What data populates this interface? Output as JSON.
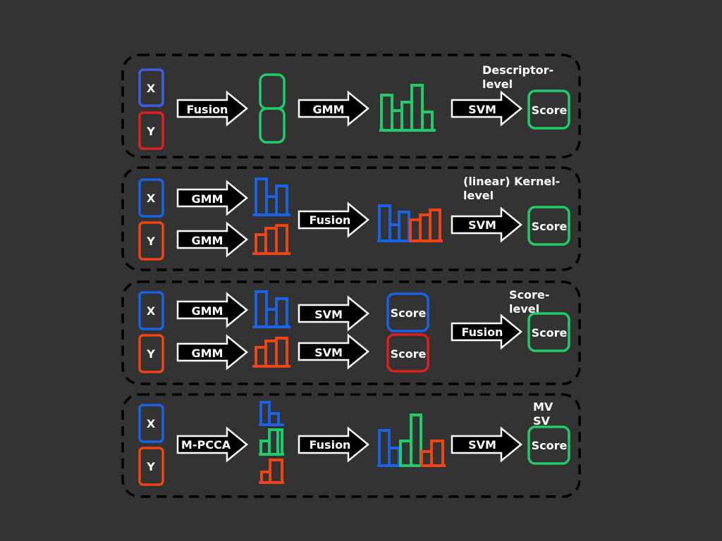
{
  "colors": {
    "background": "#333333",
    "x_blue": "#3d5fe0",
    "y_red": "#e0201e",
    "blue": "#1a62e8",
    "red": "#f04316",
    "green": "#1fcc6a"
  },
  "rows": [
    {
      "inputs": [
        "X",
        "Y"
      ],
      "arrow_fusion": "Fusion",
      "arrow_gmm": "GMM",
      "arrow_svm": "SVM",
      "level_label": [
        "Descriptor-",
        "level"
      ],
      "score": "Score"
    },
    {
      "inputs": [
        "X",
        "Y"
      ],
      "arrow_gmm_x": "GMM",
      "arrow_gmm_y": "GMM",
      "arrow_fusion": "Fusion",
      "arrow_svm": "SVM",
      "level_label": [
        "(linear) Kernel-",
        "level"
      ],
      "score": "Score"
    },
    {
      "inputs": [
        "X",
        "Y"
      ],
      "arrow_gmm_x": "GMM",
      "arrow_gmm_y": "GMM",
      "arrow_svm_x": "SVM",
      "arrow_svm_y": "SVM",
      "score_x": "Score",
      "score_y": "Score",
      "arrow_fusion": "Fusion",
      "level_label": [
        "Score-",
        "level"
      ],
      "score": "Score"
    },
    {
      "inputs": [
        "X",
        "Y"
      ],
      "arrow_mpcca": "M-PCCA",
      "arrow_fusion": "Fusion",
      "arrow_svm": "SVM",
      "level_label": [
        "MV",
        "SV"
      ],
      "score": "Score"
    }
  ]
}
